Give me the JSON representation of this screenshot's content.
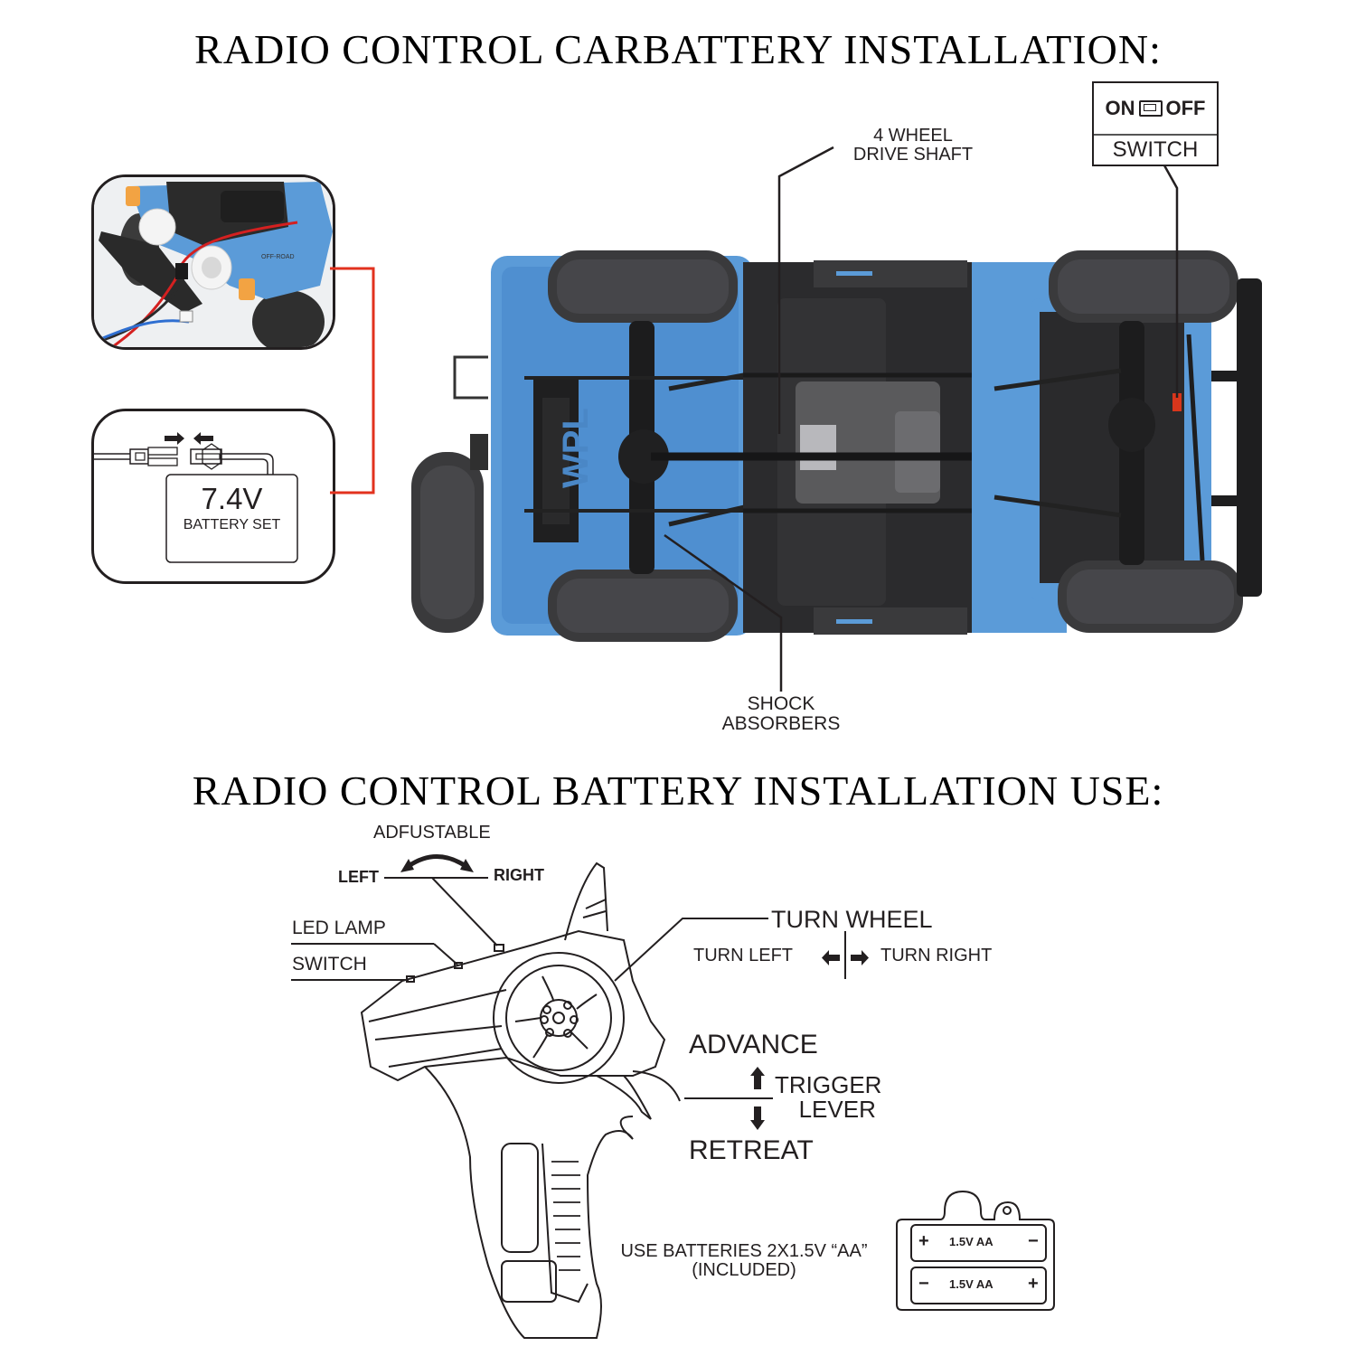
{
  "section1": {
    "title": "RADIO CONTROL CARBATTERY INSTALLATION:",
    "labels": {
      "drive_shaft_line1": "4 WHEEL",
      "drive_shaft_line2": "DRIVE SHAFT",
      "shock_line1": "SHOCK",
      "shock_line2": "ABSORBERS"
    },
    "switch_box": {
      "on": "ON",
      "off": "OFF",
      "label": "SWITCH"
    },
    "battery_callout": {
      "voltage": "7.4V",
      "label": "BATTERY SET"
    },
    "car": {
      "brand_mark": "WPL",
      "body_color": "#5b9bd8",
      "chassis_color": "#2a2a2c",
      "tire_color": "#3a3a3c"
    },
    "connector_line_color": "#e2321e"
  },
  "section2": {
    "title": "RADIO CONTROL BATTERY INSTALLATION USE:",
    "labels": {
      "adjustable": "ADFUSTABLE",
      "left": "LEFT",
      "right": "RIGHT",
      "led_lamp": "LED LAMP",
      "switch": "SWITCH",
      "turn_wheel": "TURN WHEEL",
      "turn_left": "TURN LEFT",
      "turn_right": "TURN RIGHT",
      "advance": "ADVANCE",
      "trigger_line1": "TRIGGER",
      "trigger_line2": "LEVER",
      "retreat": "RETREAT",
      "batteries_line1": "USE BATTERIES 2X1.5V “AA”",
      "batteries_line2": "(INCLUDED)"
    },
    "battery_holder": {
      "cells": [
        {
          "label": "1.5V AA",
          "left_sign": "+",
          "right_sign": "−"
        },
        {
          "label": "1.5V AA",
          "left_sign": "−",
          "right_sign": "+"
        }
      ]
    }
  }
}
